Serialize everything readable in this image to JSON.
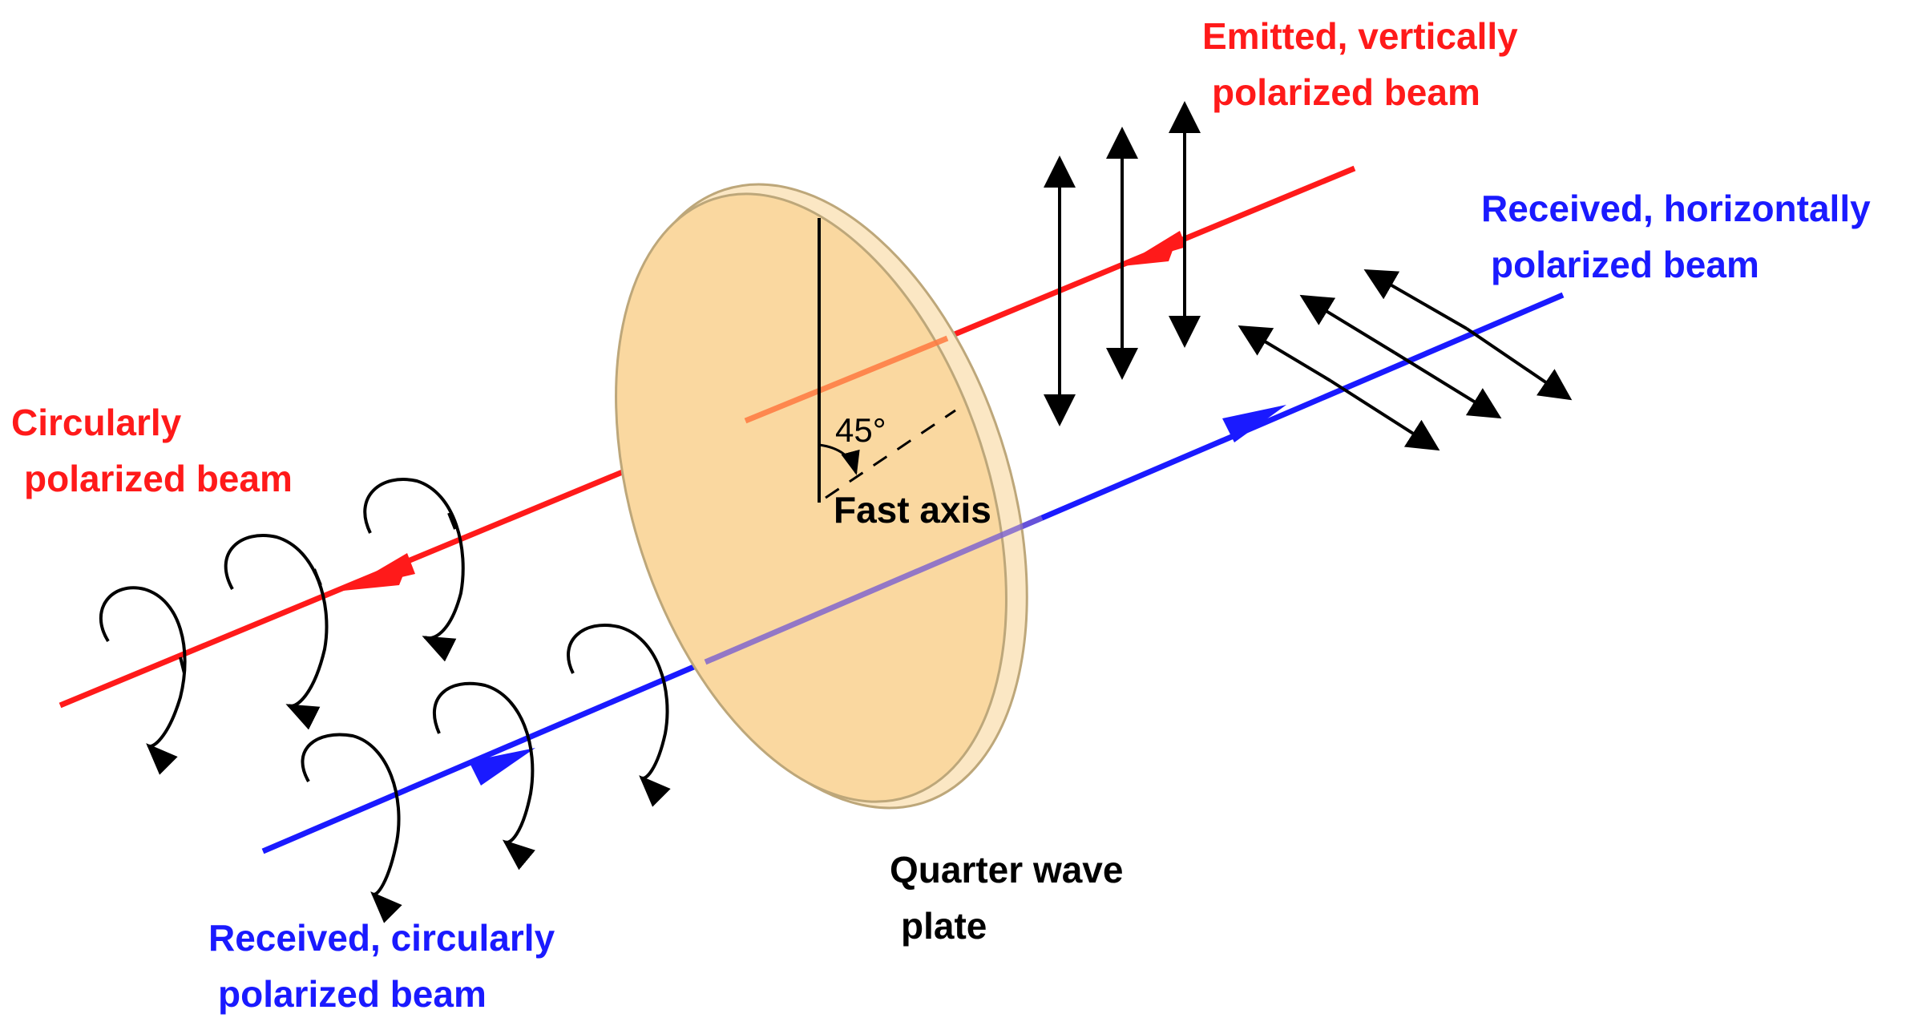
{
  "labels": {
    "emitted_line1": "Emitted, vertically",
    "emitted_line2": "polarized beam",
    "received_h_line1": "Received, horizontally",
    "received_h_line2": "polarized beam",
    "circular_line1": "Circularly",
    "circular_line2": "polarized beam",
    "received_c_line1": "Received, circularly",
    "received_c_line2": "polarized beam",
    "plate_line1": "Quarter wave",
    "plate_line2": "plate",
    "fast_axis": "Fast axis",
    "angle": "45°"
  },
  "colors": {
    "emitted_beam": "#ff1a1a",
    "received_beam": "#1a1aff",
    "plate_fill": "#fad8a0",
    "plate_rim": "#fbe7c4",
    "ink": "#000000"
  }
}
